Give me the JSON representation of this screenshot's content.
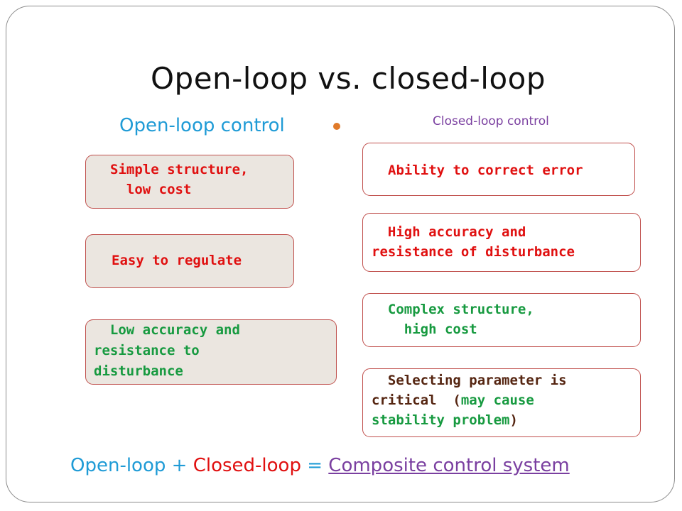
{
  "slide": {
    "title": "Open-loop vs. closed-loop",
    "open_loop_heading": "Open-loop control",
    "closed_loop_heading": "Closed-loop control"
  },
  "open_loop_points": [
    {
      "lines": [
        "Simple structure,",
        "  low cost"
      ]
    },
    {
      "lines": [
        "Easy to regulate"
      ]
    },
    {
      "lines": [
        "  Low accuracy and",
        "resistance to",
        "disturbance"
      ]
    }
  ],
  "closed_loop_points": [
    {
      "lines": [
        "Ability to correct error"
      ]
    },
    {
      "lines": [
        "  High accuracy and",
        "resistance of disturbance"
      ]
    },
    {
      "lines": [
        "  Complex structure,",
        "    high cost"
      ]
    },
    {
      "line1": "  Selecting parameter is",
      "line2_prefix": "critical  (",
      "line2_highlight": "may cause",
      "line3_highlight": "stability problem",
      "line3_suffix": ")"
    }
  ],
  "footer": {
    "open_loop": "Open-loop",
    "plus": " + ",
    "closed_loop": "Closed-loop",
    "equals": " = ",
    "result": "Composite control system"
  },
  "colors": {
    "title": "#111111",
    "open_loop_heading": "#1f9bd6",
    "closed_loop_heading": "#7a3fa0",
    "bullet": "#e07a2a",
    "box_border": "#c0504d",
    "left_box_fill": "#ebe6e0",
    "red_text": "#e01010",
    "green_text": "#179a40",
    "brown_text": "#552511",
    "footer_blue": "#1f9bd6",
    "footer_red": "#e01010",
    "footer_purple": "#7a3fa0"
  },
  "icons": {
    "bullet": "orange-dot-bullet"
  }
}
